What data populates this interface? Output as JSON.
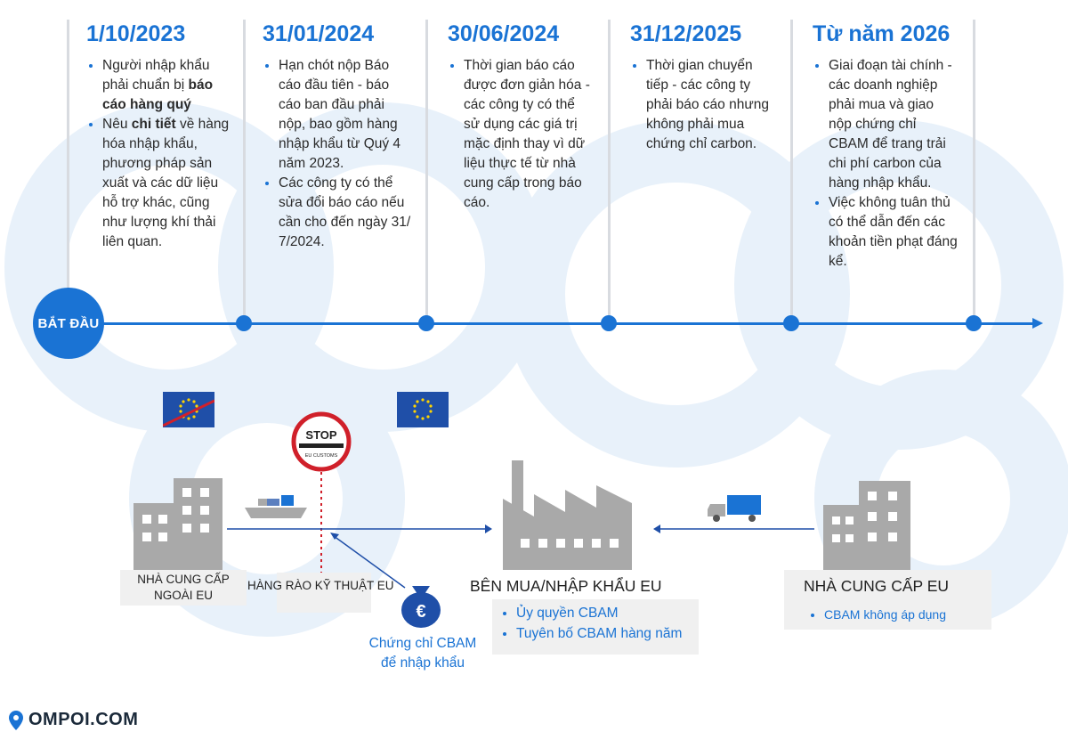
{
  "columns": [
    {
      "date": "1/10/2023",
      "bullets": [
        {
          "pre": "Người nhập khẩu phải chuẩn bị ",
          "bold": "báo cáo hàng quý",
          "post": ""
        },
        {
          "pre": "Nêu ",
          "bold": "chi tiết",
          "post": " về hàng hóa nhập khẩu, phương pháp sản xuất và các dữ liệu hỗ trợ khác, cũng như lượng khí thải liên quan."
        }
      ]
    },
    {
      "date": "31/01/2024",
      "bullets": [
        {
          "pre": "Hạn chót nộp Báo cáo đầu tiên - báo cáo ban đầu phải nộp, bao gồm hàng nhập khẩu từ Quý 4 năm 2023.",
          "bold": "",
          "post": ""
        },
        {
          "pre": "Các công ty có thể sửa đổi báo cáo nếu cần cho đến ngày 31/ 7/2024.",
          "bold": "",
          "post": ""
        }
      ]
    },
    {
      "date": "30/06/2024",
      "bullets": [
        {
          "pre": "Thời gian báo cáo được đơn giản hóa - các công ty có thể sử dụng các giá trị mặc định thay vì dữ liệu thực tế từ nhà cung cấp trong báo cáo.",
          "bold": "",
          "post": ""
        }
      ]
    },
    {
      "date": "31/12/2025",
      "bullets": [
        {
          "pre": "Thời gian chuyển tiếp - các công ty phải báo cáo nhưng không phải mua chứng chỉ carbon.",
          "bold": "",
          "post": ""
        }
      ]
    },
    {
      "date": "Từ năm 2026",
      "bullets": [
        {
          "pre": "Giai đoạn tài chính - các doanh nghiệp phải mua và giao nộp chứng chỉ CBAM để trang trải chi phí carbon của hàng nhập khẩu.",
          "bold": "",
          "post": ""
        },
        {
          "pre": "Việc không tuân thủ có thể dẫn đến các khoản tiền phạt đáng kể.",
          "bold": "",
          "post": ""
        }
      ]
    }
  ],
  "start_label": "BẮT ĐẦU",
  "stop_sign": {
    "text": "STOP",
    "subtext": "EU CUSTOMS"
  },
  "supplier_non_eu": "NHÀ CUNG CẤP NGOÀI EU",
  "eu_border": "HÀNG RÀO KỸ THUẬT EU",
  "certificate": "Chứng chỉ CBAM để nhập khẩu",
  "currency_symbol": "€",
  "eu_importer": {
    "title": "BÊN MUA/NHẬP KHẨU EU",
    "items": [
      "Ủy quyền CBAM",
      "Tuyên bố CBAM hàng năm"
    ]
  },
  "eu_supplier": {
    "title": "NHÀ CUNG CẤP EU",
    "items": [
      "CBAM không áp dụng"
    ]
  },
  "brand": "OMPOI.COM",
  "colors": {
    "accent": "#1a73d4",
    "building": "#a9a9a9",
    "flag": "#1f4fa8",
    "stop_red": "#d0202a"
  }
}
